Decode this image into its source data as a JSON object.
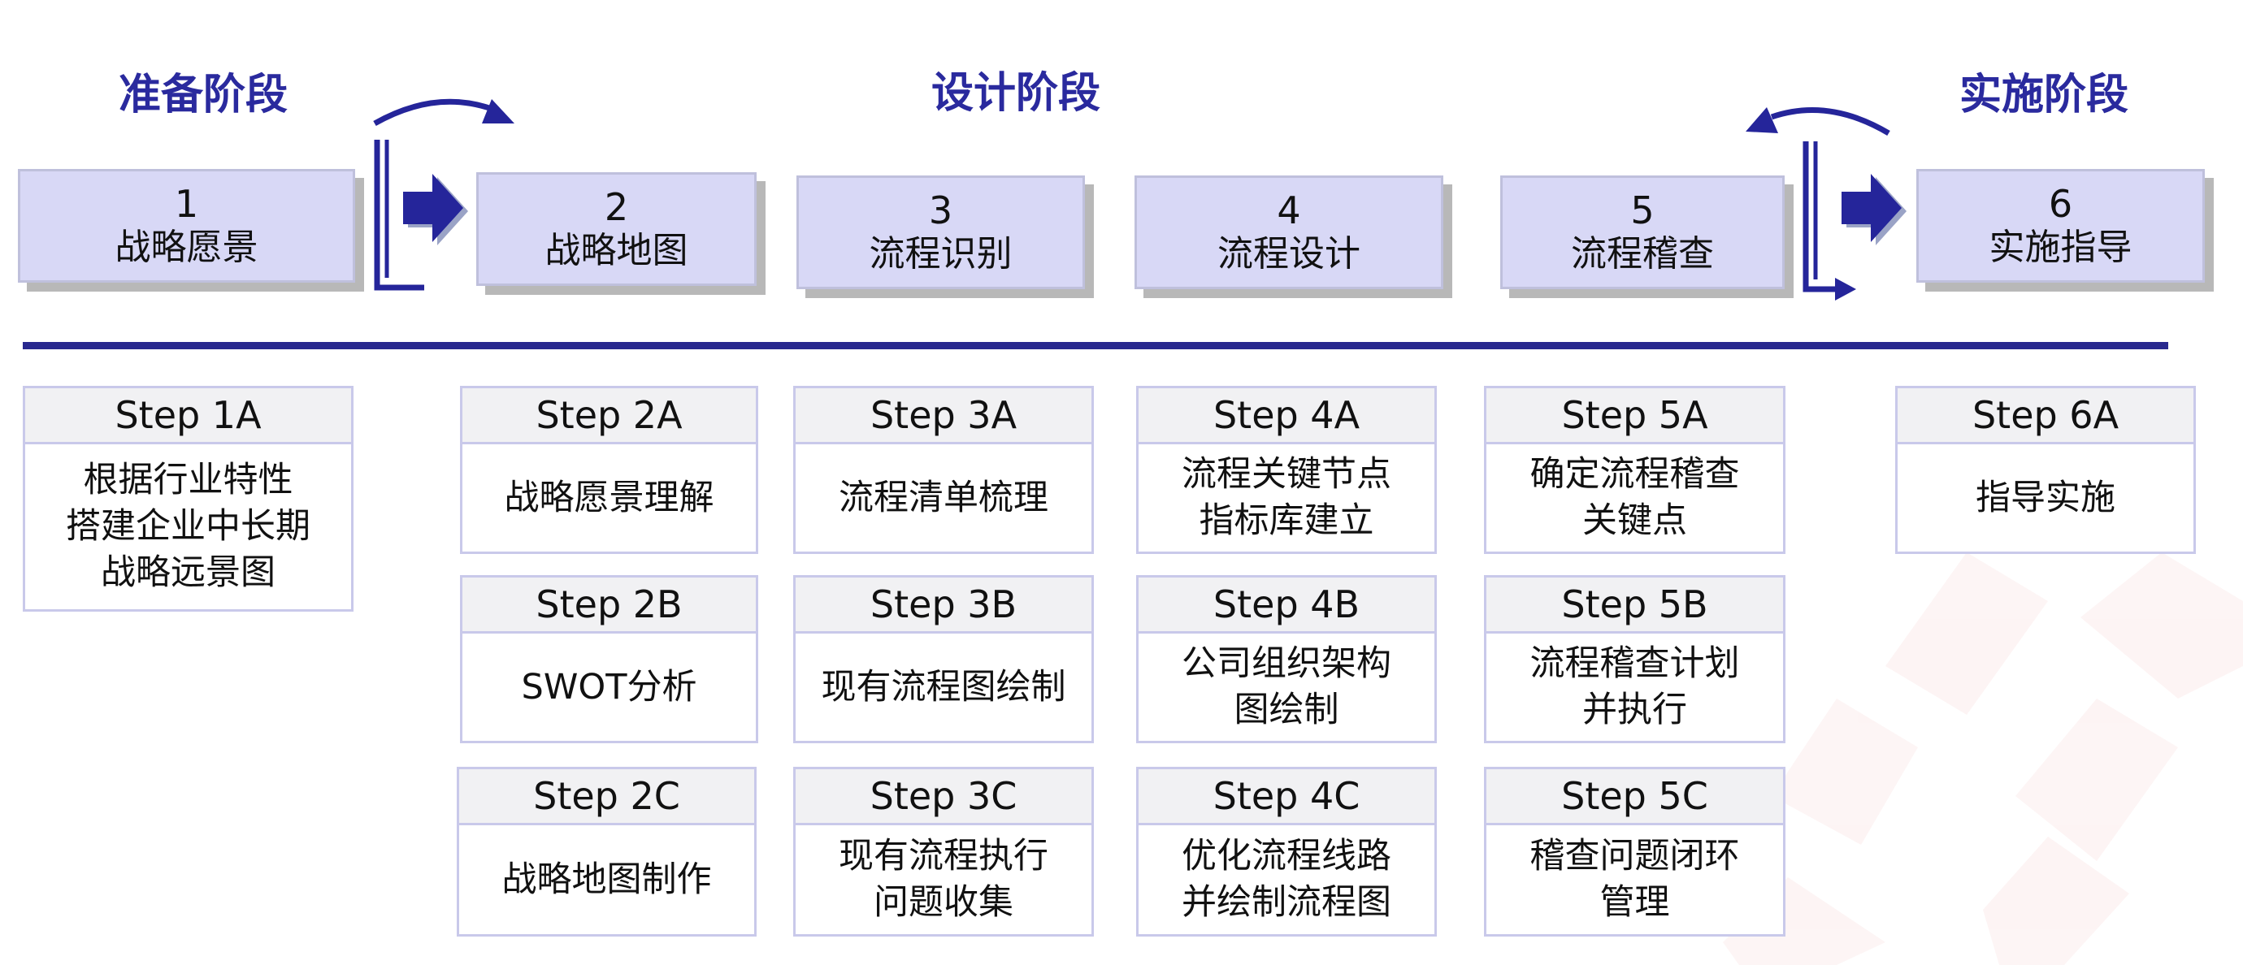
{
  "phases": {
    "prep": "准备阶段",
    "design": "设计阶段",
    "implement": "实施阶段"
  },
  "stages": [
    {
      "num": "1",
      "name": "战略愿景"
    },
    {
      "num": "2",
      "name": "战略地图"
    },
    {
      "num": "3",
      "name": "流程识别"
    },
    {
      "num": "4",
      "name": "流程设计"
    },
    {
      "num": "5",
      "name": "流程稽查"
    },
    {
      "num": "6",
      "name": "实施指导"
    }
  ],
  "steps": {
    "s1a": {
      "title": "Step 1A",
      "text": "根据行业特性\n搭建企业中长期\n战略远景图"
    },
    "s2a": {
      "title": "Step 2A",
      "text": "战略愿景理解"
    },
    "s2b": {
      "title": "Step 2B",
      "text": "SWOT分析"
    },
    "s2c": {
      "title": "Step 2C",
      "text": "战略地图制作"
    },
    "s3a": {
      "title": "Step 3A",
      "text": "流程清单梳理"
    },
    "s3b": {
      "title": "Step 3B",
      "text": "现有流程图绘制"
    },
    "s3c": {
      "title": "Step 3C",
      "text": "现有流程执行\n问题收集"
    },
    "s4a": {
      "title": "Step 4A",
      "text": "流程关键节点\n指标库建立"
    },
    "s4b": {
      "title": "Step 4B",
      "text": "公司组织架构\n图绘制"
    },
    "s4c": {
      "title": "Step 4C",
      "text": "优化流程线路\n并绘制流程图"
    },
    "s5a": {
      "title": "Step 5A",
      "text": "确定流程稽查\n关键点"
    },
    "s5b": {
      "title": "Step 5B",
      "text": "流程稽查计划\n并执行"
    },
    "s5c": {
      "title": "Step 5C",
      "text": "稽查问题闭环\n管理"
    },
    "s6a": {
      "title": "Step 6A",
      "text": "指导实施"
    }
  },
  "colors": {
    "phase_text": "#2a2a9e",
    "stage_fill": "#d8d8f6",
    "divider": "#28288e",
    "arrow_fill": "#25259a",
    "watermark": "#e05050"
  },
  "icons": [
    "curved-arrow-icon",
    "block-arrow-icon",
    "bracket-connector-icon",
    "logo-watermark"
  ]
}
